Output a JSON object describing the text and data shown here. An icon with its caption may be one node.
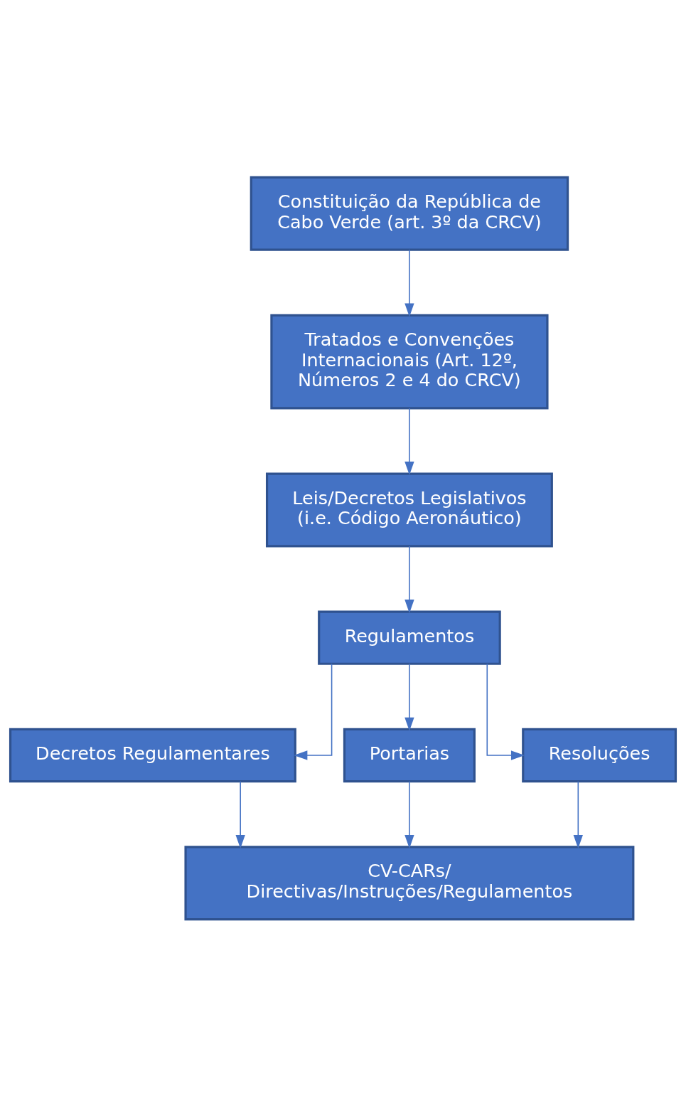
{
  "diagram": {
    "nodes": [
      {
        "text": [
          "Constituição da República de Cabo Verde (art. 3º da CRCV)"
        ]
      },
      {
        "text": [
          "Tratados e Convenções Internacionais (Art. 12º, Números 2 e 4 do CRCV)"
        ]
      },
      {
        "text": [
          "Leis/Decretos Legislativos (i.e. Código Aeronáutico)"
        ]
      },
      {
        "text": [
          "Regulamentos"
        ]
      },
      {
        "text": [
          "Decretos Regulamentares"
        ]
      },
      {
        "text": [
          "Portarias"
        ]
      },
      {
        "text": [
          "Resoluções"
        ]
      },
      {
        "text": [
          "CV-CARs/ Directivas/Instruções/Regulamentos"
        ]
      }
    ],
    "edges": [
      {
        "from": 0,
        "to": 1,
        "arrow": "to"
      },
      {
        "from": 1,
        "to": 2,
        "arrow": "to"
      },
      {
        "from": 2,
        "to": 3,
        "arrow": "to"
      },
      {
        "from": 3,
        "to": 4,
        "arrow": "to"
      },
      {
        "from": 3,
        "to": 5,
        "arrow": "to"
      },
      {
        "from": 3,
        "to": 6,
        "arrow": "to"
      },
      {
        "from": 4,
        "to": 7,
        "arrow": "to"
      },
      {
        "from": 5,
        "to": 7,
        "arrow": "to"
      },
      {
        "from": 6,
        "to": 7,
        "arrow": "to"
      }
    ]
  }
}
